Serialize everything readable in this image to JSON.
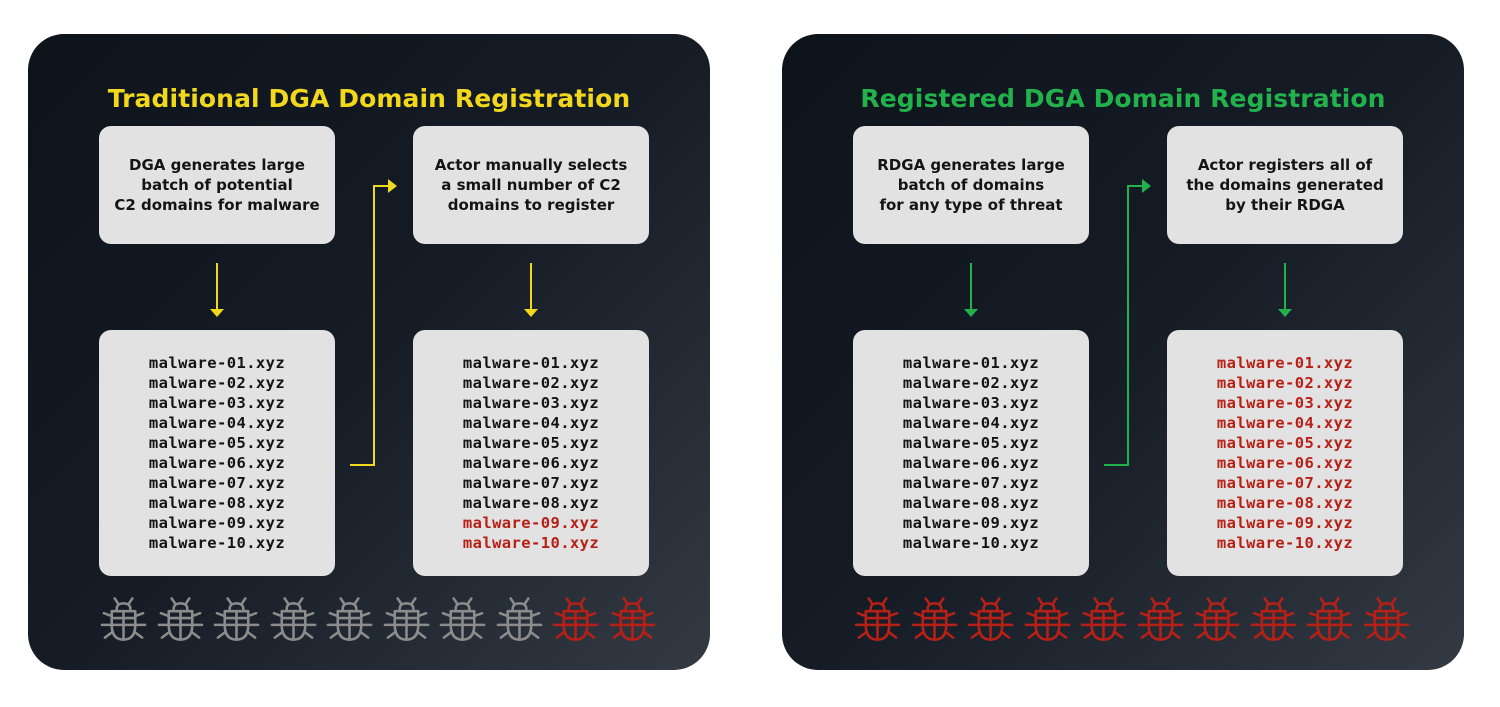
{
  "colors": {
    "yellow": "#f2d81c",
    "green": "#22b24c",
    "red": "#b72016",
    "gray_bug": "#8c8c8c",
    "box": "#e2e2e2"
  },
  "icons": {
    "bug": "bug-icon"
  },
  "panels": [
    {
      "title": "Traditional DGA Domain Registration",
      "title_color": "#f2d81c",
      "arrow_color": "#f2d81c",
      "box1_text": "DGA generates large\nbatch of potential\nC2 domains for malware",
      "box2_text": "Actor manually selects\na small number of C2\ndomains to register",
      "list1": [
        {
          "text": "malware-01.xyz",
          "highlight": false
        },
        {
          "text": "malware-02.xyz",
          "highlight": false
        },
        {
          "text": "malware-03.xyz",
          "highlight": false
        },
        {
          "text": "malware-04.xyz",
          "highlight": false
        },
        {
          "text": "malware-05.xyz",
          "highlight": false
        },
        {
          "text": "malware-06.xyz",
          "highlight": false
        },
        {
          "text": "malware-07.xyz",
          "highlight": false
        },
        {
          "text": "malware-08.xyz",
          "highlight": false
        },
        {
          "text": "malware-09.xyz",
          "highlight": false
        },
        {
          "text": "malware-10.xyz",
          "highlight": false
        }
      ],
      "list2": [
        {
          "text": "malware-01.xyz",
          "highlight": false
        },
        {
          "text": "malware-02.xyz",
          "highlight": false
        },
        {
          "text": "malware-03.xyz",
          "highlight": false
        },
        {
          "text": "malware-04.xyz",
          "highlight": false
        },
        {
          "text": "malware-05.xyz",
          "highlight": false
        },
        {
          "text": "malware-06.xyz",
          "highlight": false
        },
        {
          "text": "malware-07.xyz",
          "highlight": false
        },
        {
          "text": "malware-08.xyz",
          "highlight": false
        },
        {
          "text": "malware-09.xyz",
          "highlight": true
        },
        {
          "text": "malware-10.xyz",
          "highlight": true
        }
      ],
      "bugs": [
        "gray",
        "gray",
        "gray",
        "gray",
        "gray",
        "gray",
        "gray",
        "gray",
        "red",
        "red"
      ]
    },
    {
      "title": "Registered DGA Domain Registration",
      "title_color": "#22b24c",
      "arrow_color": "#22b24c",
      "box1_text": "RDGA generates large\nbatch of domains\nfor any type of threat",
      "box2_text": "Actor registers all of\nthe domains generated\nby their RDGA",
      "list1": [
        {
          "text": "malware-01.xyz",
          "highlight": false
        },
        {
          "text": "malware-02.xyz",
          "highlight": false
        },
        {
          "text": "malware-03.xyz",
          "highlight": false
        },
        {
          "text": "malware-04.xyz",
          "highlight": false
        },
        {
          "text": "malware-05.xyz",
          "highlight": false
        },
        {
          "text": "malware-06.xyz",
          "highlight": false
        },
        {
          "text": "malware-07.xyz",
          "highlight": false
        },
        {
          "text": "malware-08.xyz",
          "highlight": false
        },
        {
          "text": "malware-09.xyz",
          "highlight": false
        },
        {
          "text": "malware-10.xyz",
          "highlight": false
        }
      ],
      "list2": [
        {
          "text": "malware-01.xyz",
          "highlight": true
        },
        {
          "text": "malware-02.xyz",
          "highlight": true
        },
        {
          "text": "malware-03.xyz",
          "highlight": true
        },
        {
          "text": "malware-04.xyz",
          "highlight": true
        },
        {
          "text": "malware-05.xyz",
          "highlight": true
        },
        {
          "text": "malware-06.xyz",
          "highlight": true
        },
        {
          "text": "malware-07.xyz",
          "highlight": true
        },
        {
          "text": "malware-08.xyz",
          "highlight": true
        },
        {
          "text": "malware-09.xyz",
          "highlight": true
        },
        {
          "text": "malware-10.xyz",
          "highlight": true
        }
      ],
      "bugs": [
        "red",
        "red",
        "red",
        "red",
        "red",
        "red",
        "red",
        "red",
        "red",
        "red"
      ]
    }
  ]
}
